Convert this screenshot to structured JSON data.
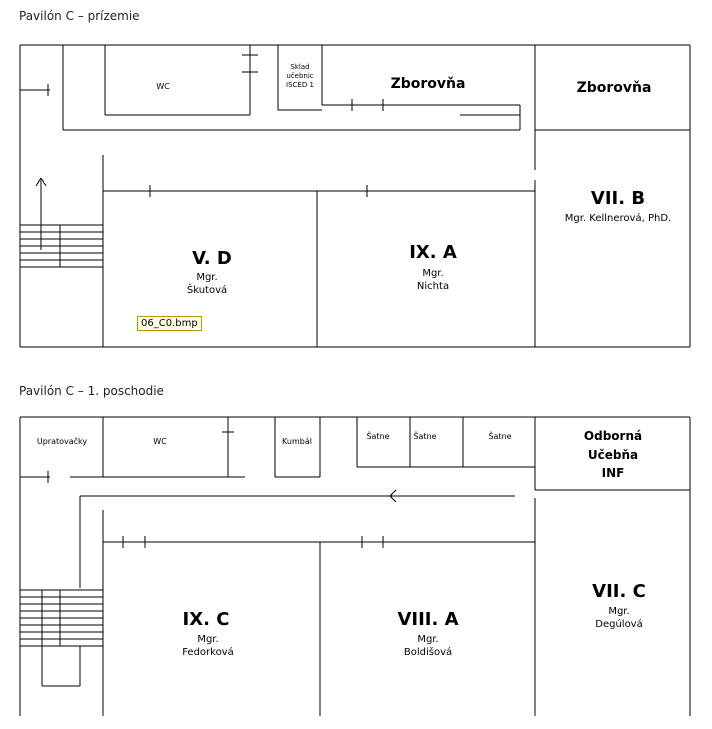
{
  "floors": [
    {
      "title": "Pavilón C – prízemie",
      "rooms": [
        {
          "name": "WC"
        },
        {
          "name": "Sklad učebnic ISCED 1"
        },
        {
          "name": "Zborovňa"
        },
        {
          "name": "Zborovňa"
        },
        {
          "name": "VII. B",
          "teacher": "Mgr. Kellnerová, PhD."
        },
        {
          "name": "V. D",
          "teacher": "Mgr. Škutová"
        },
        {
          "name": "IX. A",
          "teacher": "Mgr. Nichta"
        }
      ],
      "tooltip": "06_C0.bmp"
    },
    {
      "title": "Pavilón C – 1. poschodie",
      "rooms": [
        {
          "name": "Upratovačky"
        },
        {
          "name": "WC"
        },
        {
          "name": "Kumbál"
        },
        {
          "name": "Šatne"
        },
        {
          "name": "Šatne"
        },
        {
          "name": "Šatne"
        },
        {
          "name": "Odborná Učebňa INF"
        },
        {
          "name": "IX. C",
          "teacher": "Mgr. Fedorková"
        },
        {
          "name": "VIII. A",
          "teacher": "Mgr. Boldišová"
        },
        {
          "name": "VII. C",
          "teacher": "Mgr. Degúlová"
        }
      ]
    }
  ],
  "colors": {
    "wall": "#000000",
    "background": "#ffffff"
  }
}
